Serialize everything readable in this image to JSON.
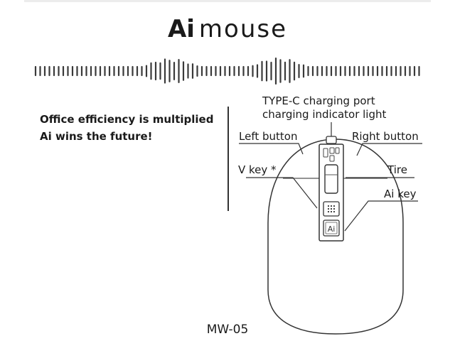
{
  "brand": {
    "prefix": "Ai",
    "suffix": "mouse"
  },
  "slogan": {
    "line1": "Office efficiency is multiplied",
    "line2": "Ai wins the future!"
  },
  "labels": {
    "type_c": "TYPE-C charging port",
    "indicator": "charging indicator light",
    "left_button": "Left button",
    "right_button": "Right button",
    "v_key": "V key *",
    "tire": "Tire",
    "ai_key": "Ai key"
  },
  "ai_key_glyph": "Ai",
  "model": "MW-05",
  "colors": {
    "ink": "#1a1a1a",
    "line": "#333333"
  }
}
